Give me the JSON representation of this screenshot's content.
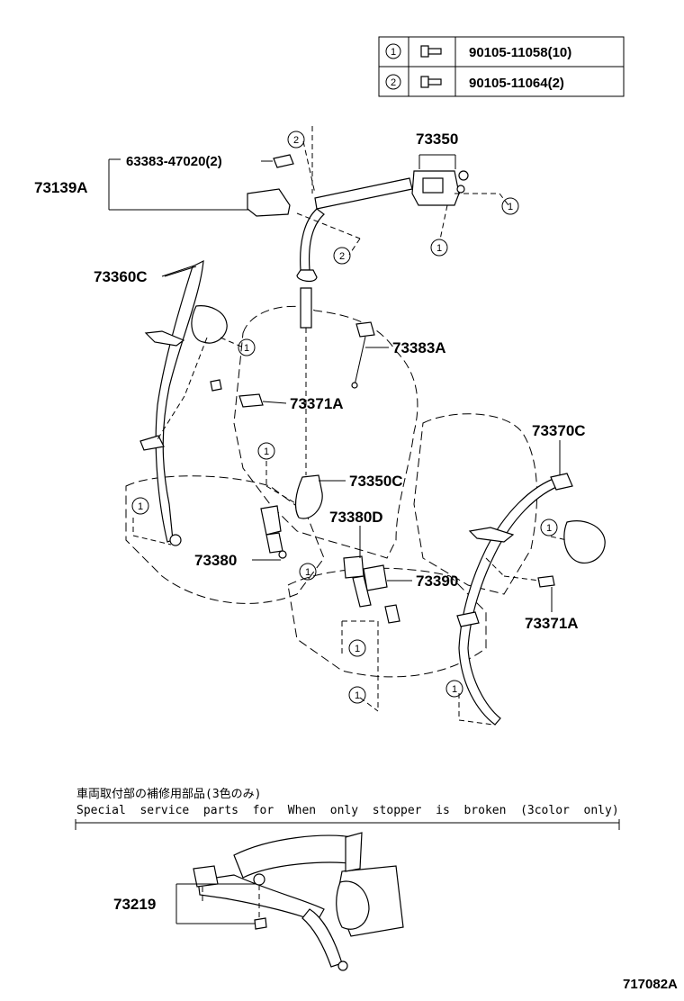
{
  "legend_table": {
    "rows": [
      {
        "mark": "1",
        "part_no": "90105-11058(10)",
        "icon": "bolt-icon"
      },
      {
        "mark": "2",
        "part_no": "90105-11064(2)",
        "icon": "bolt-icon"
      }
    ]
  },
  "labels": {
    "p73350": "73350",
    "p63383": "63383-47020(2)",
    "p73139A": "73139A",
    "p73360C": "73360C",
    "p73383A": "73383A",
    "p73371A_left": "73371A",
    "p73370C": "73370C",
    "p73350C": "73350C",
    "p73380D": "73380D",
    "p73380": "73380",
    "p73390": "73390",
    "p73371A_right": "73371A"
  },
  "callouts": {
    "one": "1",
    "two": "2"
  },
  "service_section": {
    "title_jp": "車両取付部の補修用部品(3色のみ)",
    "title_en": "Special  service  parts  for  When  only  stopper  is  broken  (3color  only)",
    "part_label": "73219"
  },
  "diagram_id": "717082A"
}
